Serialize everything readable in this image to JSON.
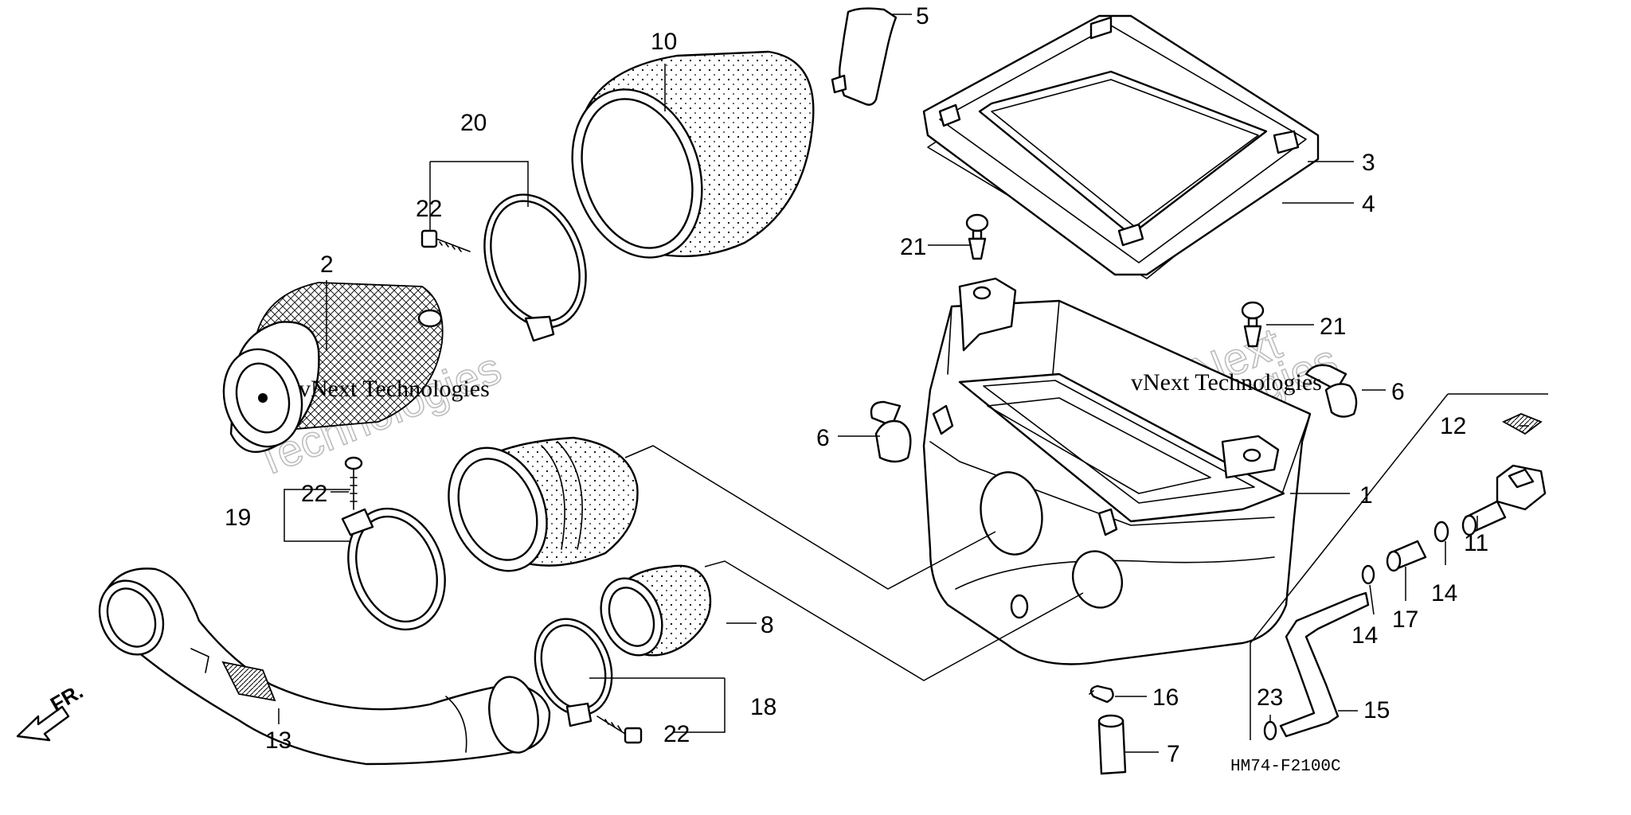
{
  "diagram": {
    "drawing_code": "HM74-F2100C",
    "direction_label": "FR.",
    "watermark": [
      "vNext",
      "Technologies",
      "vNext Technologies"
    ],
    "callouts": [
      "1",
      "2",
      "3",
      "4",
      "5",
      "6",
      "6",
      "7",
      "8",
      "10",
      "11",
      "12",
      "13",
      "14",
      "14",
      "15",
      "16",
      "17",
      "18",
      "19",
      "20",
      "21",
      "21",
      "22",
      "22",
      "22",
      "23"
    ]
  }
}
